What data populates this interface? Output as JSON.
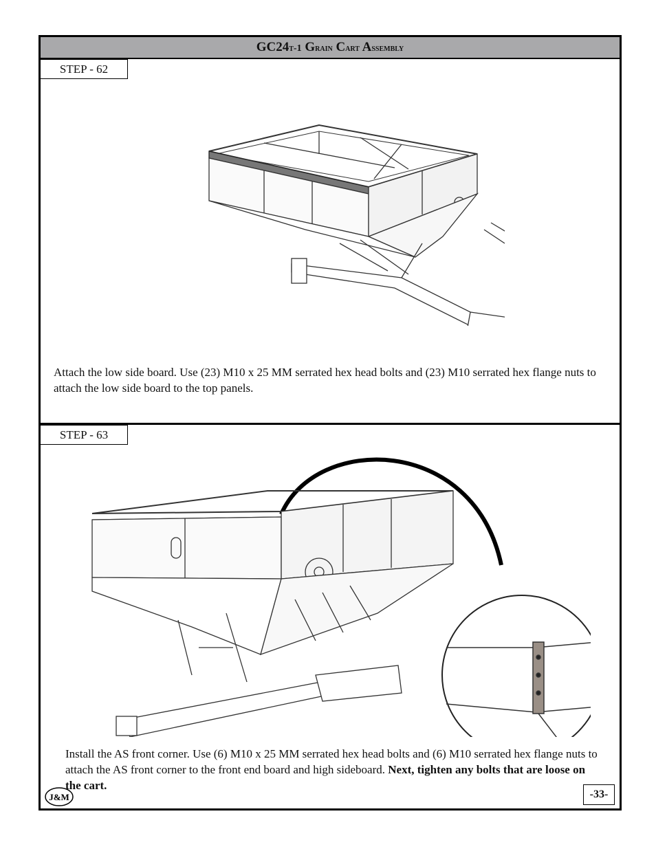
{
  "header": {
    "model": "GC24",
    "model_suffix": "t-1",
    "title_word1_cap": "G",
    "title_word1_rest": "rain",
    "title_word2_cap": "C",
    "title_word2_rest": "art",
    "title_word3_cap": "A",
    "title_word3_rest": "ssembly"
  },
  "step62": {
    "label": "STEP - 62",
    "text": "Attach the low side board. Use (23) M10 x 25 MM serrated hex head bolts and (23) M10 serrated hex flange nuts to attach the low side board to the top panels."
  },
  "step63": {
    "label": "STEP - 63",
    "text": "Install the AS front corner. Use (6) M10 x 25 MM serrated hex head bolts and (6) M10 serrated hex flange nuts to attach the AS front corner to the front end board and high sideboard.",
    "bold_text": "Next, tighten any bolts that are loose on the cart."
  },
  "footer": {
    "logo_text": "J&M",
    "page_number": "-33-"
  }
}
